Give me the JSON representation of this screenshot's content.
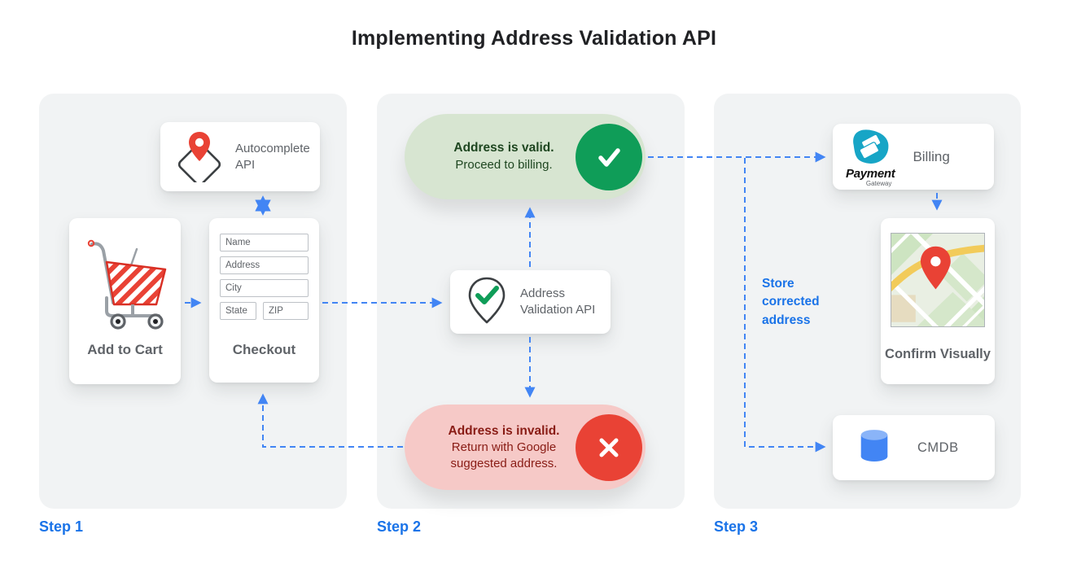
{
  "title": "Implementing Address Validation API",
  "colors": {
    "accent_blue": "#1a73e8",
    "arrow_blue": "#4285f4",
    "valid_green": "#0f9d58",
    "invalid_red": "#e94235",
    "panel_gray": "#f1f3f4"
  },
  "steps": {
    "step1": {
      "label": "Step 1",
      "autocomplete_card": {
        "label": "Autocomplete API",
        "icon": "map-pin-diamond-icon"
      },
      "cart_card": {
        "label": "Add to Cart",
        "icon": "shopping-cart-icon"
      },
      "checkout_card": {
        "label": "Checkout",
        "fields": {
          "name": "Name",
          "address": "Address",
          "city": "City",
          "state": "State",
          "zip": "ZIP"
        }
      }
    },
    "step2": {
      "label": "Step 2",
      "valid_pill": {
        "title": "Address is valid.",
        "subtitle": "Proceed to billing.",
        "icon": "checkmark-icon"
      },
      "validation_card": {
        "label": "Address Validation API",
        "icon": "pin-checkmark-icon"
      },
      "invalid_pill": {
        "title": "Address is invalid.",
        "subtitle": "Return with Google suggested address.",
        "icon": "x-icon"
      }
    },
    "step3": {
      "label": "Step 3",
      "billing_card": {
        "label": "Billing",
        "logo_title": "Payment",
        "logo_subtitle": "Gateway",
        "icon": "payment-gateway-logo"
      },
      "confirm_card": {
        "label": "Confirm Visually",
        "icon": "map-thumbnail"
      },
      "cmdb_card": {
        "label": "CMDB",
        "icon": "database-icon"
      },
      "store_note": "Store corrected address"
    }
  }
}
